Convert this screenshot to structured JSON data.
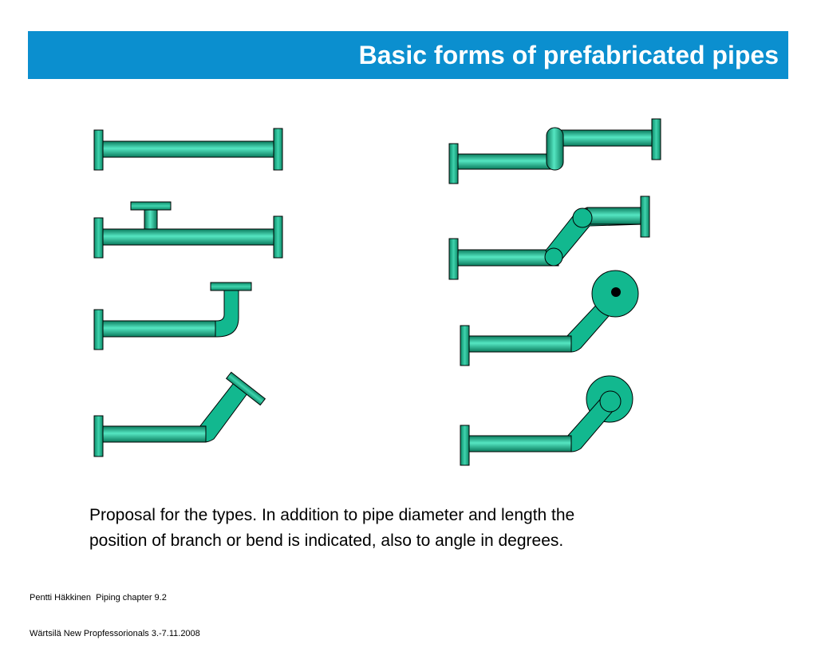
{
  "slide": {
    "title": "Basic forms of prefabricated pipes",
    "caption_line_1": "Proposal for the types. In addition to pipe diameter and length the",
    "caption_line_2": "position of branch or bend is indicated, also to angle in degrees.",
    "footer_line_1": "Pentti Häkkinen  Piping chapter 9.2",
    "footer_line_2": "Wärtsilä New Propfessorionals 3.-7.11.2008"
  },
  "colors": {
    "title_bar": "#0b8fcf",
    "title_text": "#ffffff",
    "pipe_light": "#4de3bf",
    "pipe_mid": "#12b88f",
    "pipe_dark": "#06684f",
    "outline": "#000000"
  },
  "pipe_forms": [
    "straight-pipe",
    "tee-branch-pipe",
    "90-degree-bend-pipe",
    "angled-bend-pipe",
    "offset-pipe",
    "double-angled-offset-pipe",
    "angled-bend-with-end-view-disc",
    "angled-bend-with-end-view-ring"
  ]
}
